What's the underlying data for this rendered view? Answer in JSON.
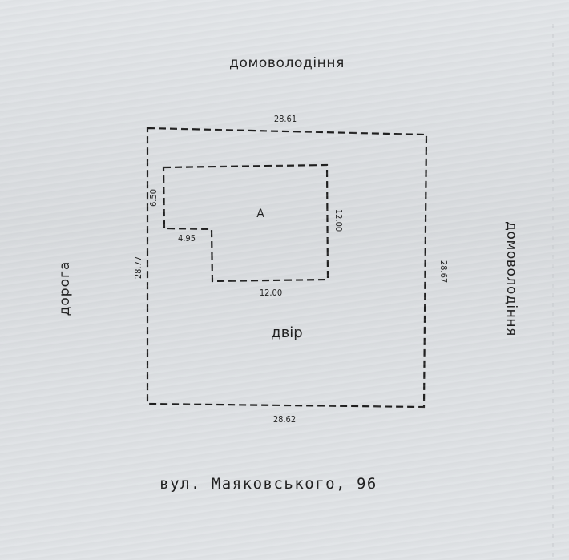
{
  "labels": {
    "neighbor_top": "домоволодіння",
    "neighbor_right": "домоволодіння",
    "road_left": "дорога",
    "yard": "двір",
    "building": "А",
    "address": "вул. Маяковського, 96"
  },
  "dimensions": {
    "top": "28.61",
    "bottom": "28.62",
    "left": "28.77",
    "right": "28.67",
    "building_left": "6.50",
    "building_step": "4.95",
    "building_bottom": "12.00",
    "building_right": "12.00"
  },
  "colors": {
    "paper": "#dcdfe2",
    "ink": "#1e1e1e"
  }
}
